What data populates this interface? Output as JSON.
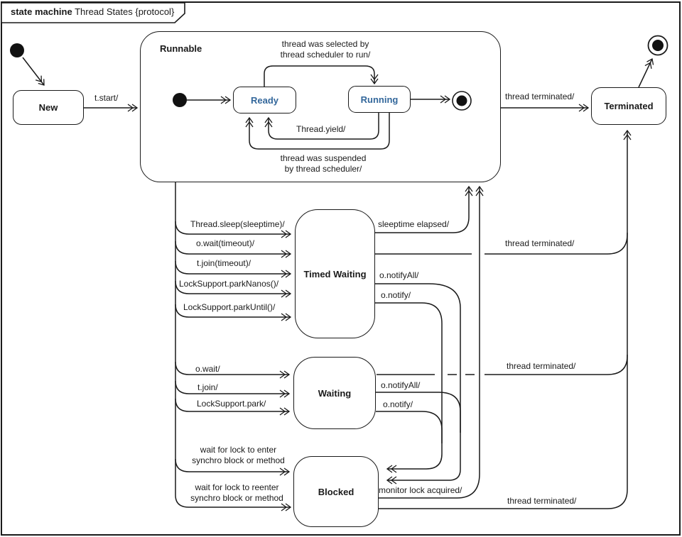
{
  "frame": {
    "title_bold": "state machine",
    "title_rest": " Thread States {protocol}"
  },
  "states": {
    "new": "New",
    "runnable": "Runnable",
    "ready": "Ready",
    "running": "Running",
    "terminated": "Terminated",
    "timed_waiting": "Timed Waiting",
    "waiting": "Waiting",
    "blocked": "Blocked"
  },
  "transitions": {
    "t_start": "t.start/",
    "thread_terminated_top": "thread terminated/",
    "selected_line1": "thread was selected by",
    "selected_line2": "thread scheduler to run/",
    "thread_yield": "Thread.yield/",
    "suspended_line1": "thread was suspended",
    "suspended_line2": "by thread scheduler/",
    "thread_sleep": "Thread.sleep(sleeptime)/",
    "o_wait_timeout": "o.wait(timeout)/",
    "t_join_timeout": "t.join(timeout)/",
    "park_nanos": "LockSupport.parkNanos()/",
    "park_until": "LockSupport.parkUntil()/",
    "sleeptime_elapsed": "sleeptime elapsed/",
    "thread_terminated_tw": "thread terminated/",
    "o_notify_all_tw": "o.notifyAll/",
    "o_notify_tw": "o.notify/",
    "o_wait": "o.wait/",
    "t_join": "t.join/",
    "lock_support_park": "LockSupport.park/",
    "o_notify_all_w": "o.notifyAll/",
    "o_notify_w": "o.notify/",
    "thread_terminated_w": "thread terminated/",
    "wait_enter_1": "wait for lock to enter",
    "wait_enter_2": "synchro block or method",
    "wait_reenter_1": "wait for lock to reenter",
    "wait_reenter_2": "synchro block or method",
    "monitor_lock": "monitor lock acquired/",
    "thread_terminated_b": "thread terminated/"
  },
  "colors": {
    "stroke": "#1a1a1a",
    "substate_text": "#33679B"
  }
}
